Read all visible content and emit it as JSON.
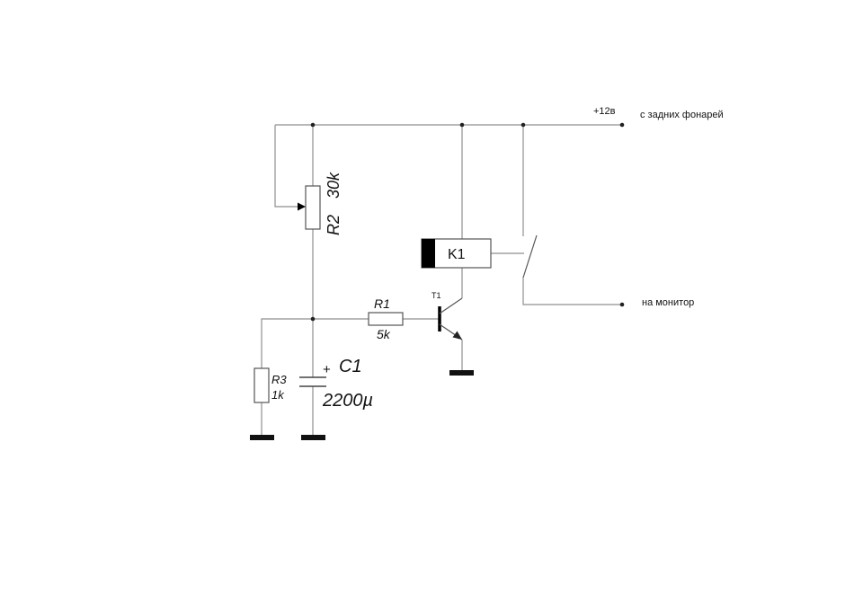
{
  "supply": {
    "voltage": "+12в",
    "source": "с задних фонарей"
  },
  "output": {
    "label": "на монитор"
  },
  "components": {
    "r1": {
      "ref": "R1",
      "value": "5k"
    },
    "r2": {
      "ref": "R2",
      "value": "30k"
    },
    "r3": {
      "ref": "R3",
      "value": "1k"
    },
    "c1": {
      "ref": "C1",
      "value": "2200µ",
      "polarity": "+"
    },
    "t1": {
      "ref": "T1"
    },
    "k1": {
      "ref": "K1"
    }
  }
}
